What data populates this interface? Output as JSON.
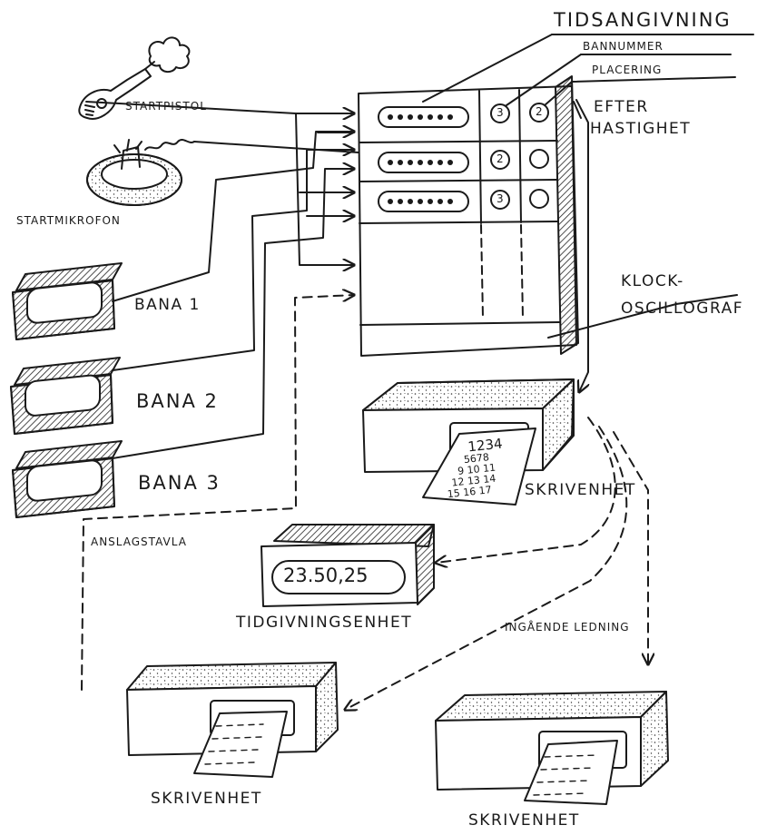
{
  "labels": {
    "tidsangivning": "TIDSANGIVNING",
    "bannummer": "BANNUMMER",
    "placering": "PLACERING",
    "efter_hastighet_1": "EFTER",
    "efter_hastighet_2": "HASTIGHET",
    "startpistol": "STARTPISTOL",
    "startmikrofon": "STARTMIKROFON",
    "bana1": "BANA 1",
    "bana2": "BANA 2",
    "bana3": "BANA 3",
    "klock_1": "KLOCK-",
    "klock_2": "OSCILLOGRAF",
    "skrivenhet_main": "SKRIVENHET",
    "anslagstavla": "ANSLAGSTAVLA",
    "tidgivningsenhet": "TIDGIVNINGSENHET",
    "ingaende_ledning": "INGÅENDE LEDNING",
    "skrivenhet_left": "SKRIVENHET",
    "skrivenhet_right": "SKRIVENHET"
  },
  "panel": {
    "lane_numbers": [
      "3",
      "2",
      "3"
    ],
    "placement": [
      "2",
      "",
      ""
    ]
  },
  "display": {
    "time": "23.50,25"
  },
  "tape_lines": [
    "1234",
    "5678",
    "9 10 11",
    "12 13 14",
    "15 16 17"
  ],
  "icons": [
    "start-pistol-icon",
    "start-microphone-icon",
    "lane-pad-icon",
    "printer-icon",
    "time-display-icon"
  ]
}
